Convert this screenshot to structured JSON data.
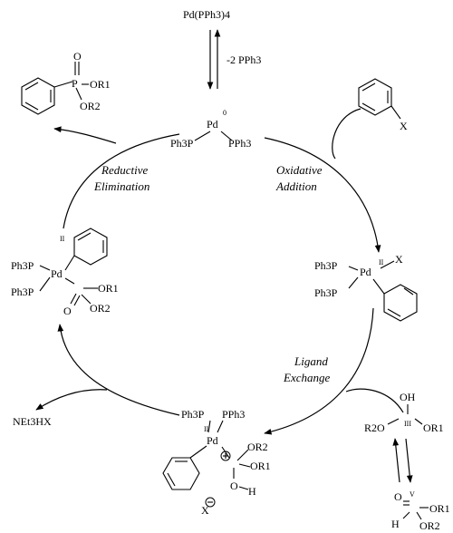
{
  "top": {
    "precursor": "Pd(PPh3)4",
    "equilibrium": "-2 PPh3"
  },
  "steps": {
    "oxidative": [
      "Oxidative",
      "Addition"
    ],
    "reductive": [
      "Reductive",
      "Elimination"
    ],
    "ligand": [
      "Ligand",
      "Exchange"
    ]
  },
  "species": {
    "pd0": {
      "metal": "Pd",
      "ox": "0",
      "lig_left": "Ph3P",
      "lig_right": "PPh3"
    },
    "oxadd": {
      "metal": "Pd",
      "ox": "II",
      "ligA": "Ph3P",
      "ligB": "Ph3P",
      "x": "X"
    },
    "ligex": {
      "metal": "Pd",
      "ox": "II",
      "ligA": "Ph3P",
      "ligB": "PPh3",
      "or2": "OR2",
      "or1": "OR1",
      "oh": "O",
      "h": "H",
      "counter": "X"
    },
    "preelim": {
      "metal": "Pd",
      "ox": "II",
      "ligA": "Ph3P",
      "ligB": "Ph3P",
      "or1": "OR1",
      "or2": "OR2",
      "o": "O"
    },
    "product": {
      "p": "P",
      "o": "O",
      "or1": "OR1",
      "or2": "OR2"
    },
    "arylhalide": {
      "x": "X"
    },
    "phosphite": {
      "oh": "OH",
      "ox": "III",
      "r2o": "R2O",
      "or1": "OR1"
    },
    "phosphonate": {
      "ox": "V",
      "o": "O",
      "h": "H",
      "or1": "OR1",
      "or2": "OR2"
    },
    "byproduct": "NEt3HX"
  }
}
